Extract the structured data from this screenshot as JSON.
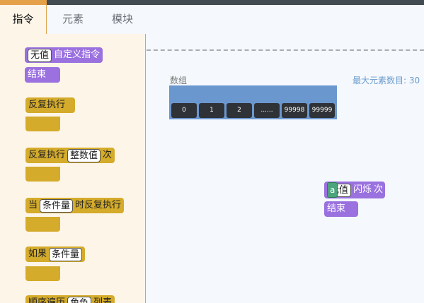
{
  "tabs": [
    {
      "label": "指令",
      "active": true
    },
    {
      "label": "元素",
      "active": false
    },
    {
      "label": "模块",
      "active": false
    }
  ],
  "palette": {
    "custom_command": {
      "slot": "无值",
      "label": "自定义指令",
      "end": "结束"
    },
    "repeat_forever": {
      "label": "反复执行"
    },
    "repeat_n": {
      "label": "反复执行",
      "slot": "整数值",
      "suffix": "次"
    },
    "repeat_while": {
      "prefix": "当",
      "slot": "条件量",
      "suffix": "时反复执行"
    },
    "if_block": {
      "prefix": "如果",
      "slot": "条件量"
    },
    "partial_block": {
      "label": "顺序遍历",
      "slot": "角色",
      "suffix": "列表"
    }
  },
  "canvas": {
    "array": {
      "label": "数组",
      "max_label": "最大元素数目: 30",
      "cells": [
        "0",
        "1",
        "2",
        "......",
        "99998",
        "99999"
      ]
    },
    "blink_block": {
      "slot": "无值",
      "label": "闪烁",
      "var": "a",
      "suffix": "次",
      "end": "结束"
    }
  },
  "colors": {
    "purple": "#9a71df",
    "gold": "#d4ab2a",
    "array_bg": "#6b97cf",
    "tab_accent": "#e5a04a"
  }
}
